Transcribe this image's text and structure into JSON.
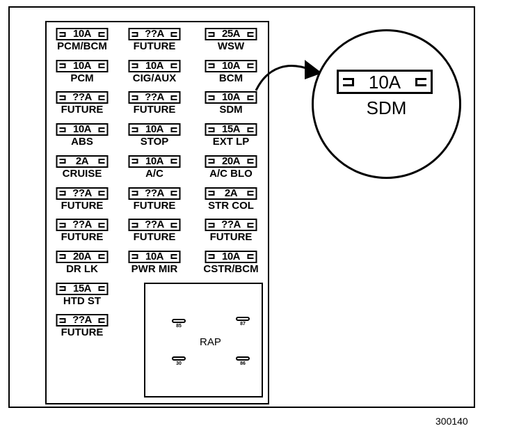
{
  "fuse_columns": [
    [
      {
        "amp": "10A",
        "label": "PCM/BCM"
      },
      {
        "amp": "10A",
        "label": "PCM"
      },
      {
        "amp": "??A",
        "label": "FUTURE"
      },
      {
        "amp": "10A",
        "label": "ABS"
      },
      {
        "amp": "2A",
        "label": "CRUISE"
      },
      {
        "amp": "??A",
        "label": "FUTURE"
      },
      {
        "amp": "??A",
        "label": "FUTURE"
      },
      {
        "amp": "20A",
        "label": "DR LK"
      },
      {
        "amp": "15A",
        "label": "HTD ST"
      },
      {
        "amp": "??A",
        "label": "FUTURE"
      }
    ],
    [
      {
        "amp": "??A",
        "label": "FUTURE"
      },
      {
        "amp": "10A",
        "label": "CIG/AUX"
      },
      {
        "amp": "??A",
        "label": "FUTURE"
      },
      {
        "amp": "10A",
        "label": "STOP"
      },
      {
        "amp": "10A",
        "label": "A/C"
      },
      {
        "amp": "??A",
        "label": "FUTURE"
      },
      {
        "amp": "??A",
        "label": "FUTURE"
      },
      {
        "amp": "10A",
        "label": "PWR MIR"
      }
    ],
    [
      {
        "amp": "25A",
        "label": "WSW"
      },
      {
        "amp": "10A",
        "label": "BCM"
      },
      {
        "amp": "10A",
        "label": "SDM"
      },
      {
        "amp": "15A",
        "label": "EXT LP"
      },
      {
        "amp": "20A",
        "label": "A/C BLO"
      },
      {
        "amp": "2A",
        "label": "STR COL"
      },
      {
        "amp": "??A",
        "label": "FUTURE"
      },
      {
        "amp": "10A",
        "label": "CSTR/BCM"
      }
    ]
  ],
  "relay": {
    "label": "RAP",
    "terminals": [
      "85",
      "87",
      "30",
      "86"
    ]
  },
  "callout": {
    "amp": "10A",
    "label": "SDM"
  },
  "figure_number": "300140"
}
